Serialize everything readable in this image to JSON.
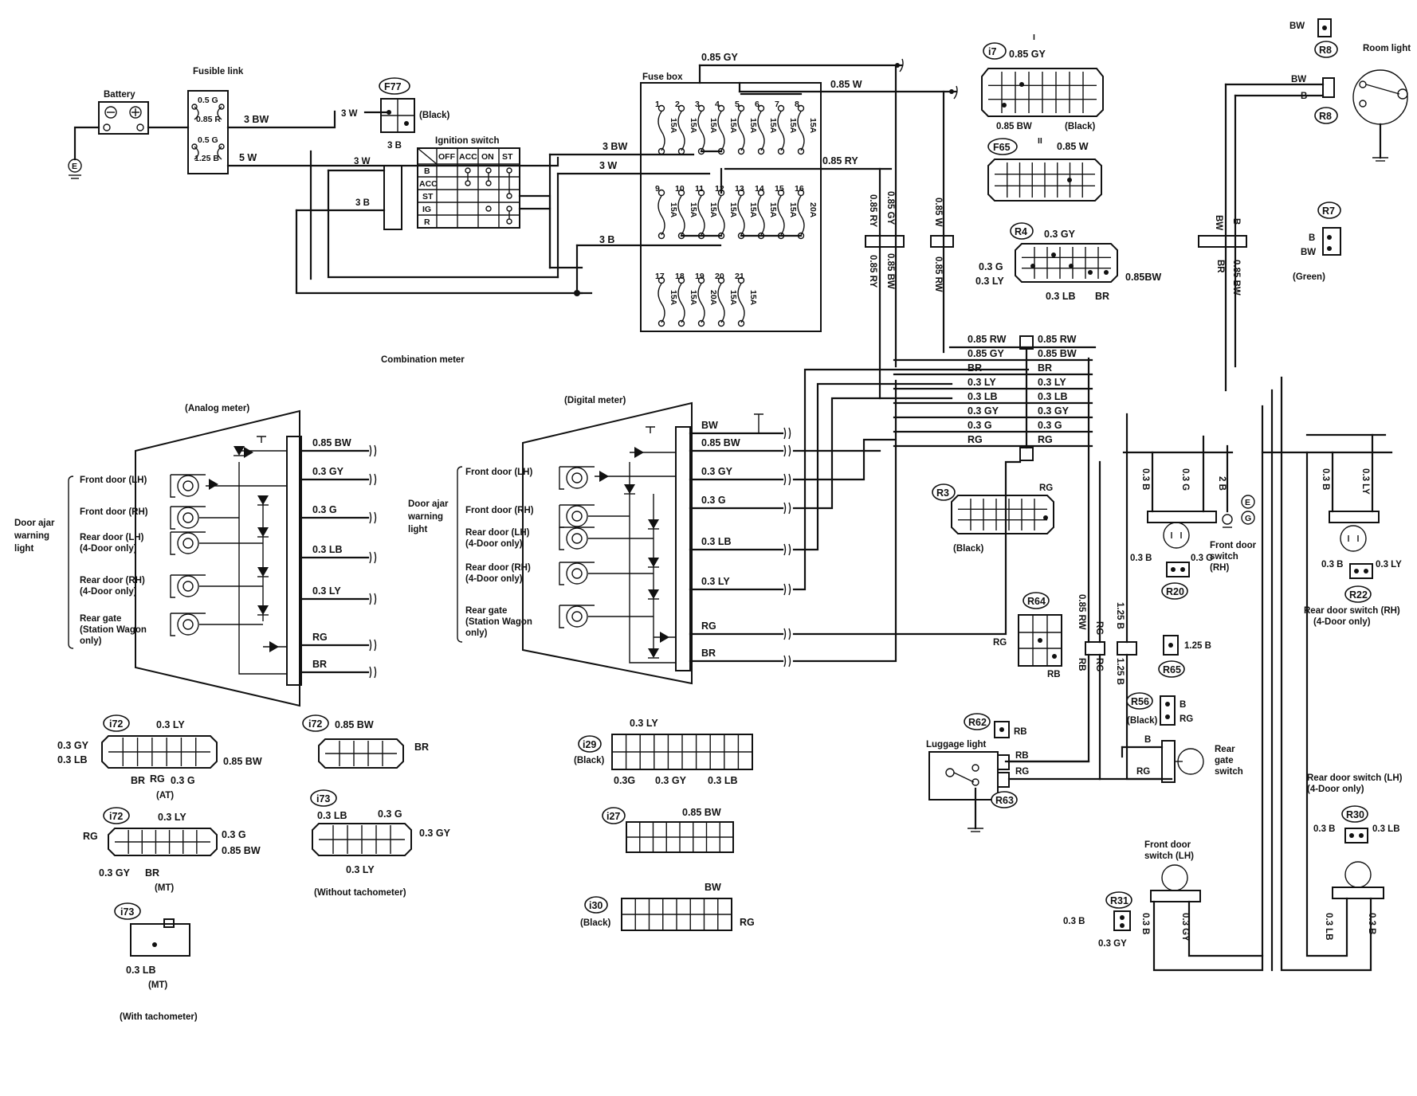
{
  "power": {
    "battery": "Battery",
    "fusible_link": "Fusible link",
    "fusible_link_values": [
      "0.5 G",
      "0.85 R",
      "0.5 G",
      "1.25 B"
    ],
    "ground_mark": "E",
    "wire_3bw": "3 BW",
    "wire_5w": "5 W",
    "wire_3w": "3 W",
    "wire_3b": "3 B",
    "f77": "F77",
    "f77_color": "(Black)",
    "ignition_switch": "Ignition switch",
    "ignition_cols": [
      "OFF",
      "ACC",
      "ON",
      "ST"
    ],
    "ignition_rows": [
      "B",
      "ACC",
      "ST",
      "IG",
      "R"
    ]
  },
  "fuse_box": {
    "title": "Fuse box",
    "row1_numbers": [
      "1",
      "2",
      "3",
      "4",
      "5",
      "6",
      "7",
      "8"
    ],
    "row1_amps": [
      "15A",
      "15A",
      "15A",
      "15A",
      "15A",
      "15A",
      "15A",
      "15A"
    ],
    "row2_numbers": [
      "9",
      "10",
      "11",
      "12",
      "13",
      "14",
      "15",
      "16"
    ],
    "row2_amps": [
      "15A",
      "15A",
      "15A",
      "15A",
      "15A",
      "15A",
      "15A",
      "20A"
    ],
    "row3_numbers": [
      "17",
      "18",
      "19",
      "20",
      "21"
    ],
    "row3_amps": [
      "15A",
      "15A",
      "20A",
      "15A",
      "15A"
    ],
    "wire_top_gy": "0.85 GY",
    "wire_top_w": "0.85 W",
    "wire_ry": "0.85 RY",
    "wire_3bw": "3 BW",
    "wire_3w": "3 W",
    "wire_3b": "3 B"
  },
  "vertical_wires": {
    "ry": "0.85 RY",
    "gy": "0.85 GY",
    "w": "0.85 W",
    "bw": "0.85 BW",
    "rw": "0.85 RW",
    "br": "BR"
  },
  "connectors_top": {
    "i7": "i7",
    "i7_top": "0.85 GY",
    "i7_bw": "0.85 BW",
    "i7_color": "(Black)",
    "i7_mark": "I",
    "f65": "F65",
    "f65_mark": "II",
    "f65_w": "0.85 W",
    "r4": "R4",
    "r4_top": "0.3 GY",
    "r4_left1": "0.3 G",
    "r4_left2": "0.3 LY",
    "r4_bottom1": "0.3 LB",
    "r4_bottom2": "BR",
    "r4_right": "0.85BW"
  },
  "room_light": {
    "title": "Room light",
    "r8": "R8",
    "bw": "BW",
    "b": "B",
    "r7": "R7",
    "r7_b": "B",
    "r7_bw": "BW",
    "r7_color": "(Green)"
  },
  "combination_meter": {
    "title": "Combination meter",
    "analog": "(Analog meter)",
    "digital": "(Digital meter)",
    "door_ajar_analog": [
      "Door ajar",
      "warning",
      "light"
    ],
    "door_ajar_digital": [
      "Door ajar",
      "warning",
      "light"
    ],
    "lamps": [
      [
        "Front door (LH)"
      ],
      [
        "Front door (RH)"
      ],
      [
        "Rear door (LH)",
        "(4-Door only)"
      ],
      [
        "Rear door (RH)",
        "(4-Door only)"
      ],
      [
        "Rear gate",
        "(Station Wagon",
        "only)"
      ]
    ],
    "analog_wires": [
      "0.85 BW",
      "0.3 GY",
      "0.3 G",
      "0.3 LB",
      "0.3 LY",
      "RG",
      "BR"
    ],
    "digital_wires": [
      "BW",
      "0.85 BW",
      "0.3 GY",
      "0.3 G",
      "0.3 LB",
      "0.3 LY",
      "RG",
      "BR"
    ]
  },
  "harness": {
    "left": [
      "0.85 RW",
      "0.85 GY",
      "BR",
      "0.3 LY",
      "0.3 LB",
      "0.3 GY",
      "0.3 G",
      "RG"
    ],
    "right": [
      "0.85 RW",
      "0.85 BW",
      "BR",
      "0.3 LY",
      "0.3 LB",
      "0.3 GY",
      "0.3 G",
      "RG"
    ]
  },
  "right_side": {
    "r3": "R3",
    "r3_rg": "RG",
    "r3_color": "(Black)",
    "r64": "R64",
    "r64_rg": "RG",
    "r64_rb": "RB",
    "rw": "0.85 RW",
    "rg": "RG",
    "rb": "RB",
    "b125": "1.25 B",
    "r65": "R65",
    "r65_b": "1.25 B",
    "r56": "R56",
    "r56_color": "(Black)",
    "r56_b": "B",
    "r56_rg": "RG",
    "r62": "R62",
    "r62_rb": "RB",
    "luggage": "Luggage light",
    "lug_rb": "RB",
    "lug_rg": "RG",
    "r63": "R63",
    "gate_b": "B",
    "gate_rg": "RG",
    "rear_gate_switch": [
      "Rear",
      "gate",
      "switch"
    ],
    "front_rh": [
      "Front door",
      "switch",
      "(RH)"
    ],
    "v_03b": "0.3 B",
    "v_03g": "0.3 G",
    "v_2b": "2 B",
    "v_03ly": "0.3 LY",
    "ground_e": "E",
    "ground_g": "G",
    "r20": "R20",
    "r20_b": "0.3 B",
    "r20_g": "0.3 G",
    "r22": "R22",
    "r22_b": "0.3 B",
    "r22_ly": "0.3 LY",
    "rear_rh": [
      "Rear door switch (RH)",
      "(4-Door only)"
    ],
    "rear_lh": [
      "Rear door switch (LH)",
      "(4-Door only)"
    ],
    "r30": "R30",
    "r30_b": "0.3 B",
    "r30_lb": "0.3 LB",
    "front_lh": [
      "Front door",
      "switch (LH)"
    ],
    "r31": "R31",
    "r31_b": "0.3 B",
    "r31_gy": "0.3 GY",
    "bot_03b_1": "0.3 B",
    "bot_03gy": "0.3 GY",
    "bot_03lb": "0.3 LB",
    "bot_03b_2": "0.3 B"
  },
  "connectors_bottom": {
    "i72a": "i72",
    "i72a_top": "0.3 LY",
    "i72a_l1": "0.3 GY",
    "i72a_l2": "0.3 LB",
    "i72a_b1": "BR",
    "i72a_b2": "RG",
    "i72a_b3": "0.3 G",
    "i72a_r": "0.85 BW",
    "i72a_note": "(AT)",
    "i72b": "i72",
    "i72b_top": "0.3 LY",
    "i72b_l": "RG",
    "i72b_r1": "0.3 G",
    "i72b_r2": "0.85 BW",
    "i72b_b1": "0.3 GY",
    "i72b_b2": "BR",
    "i72b_note": "(MT)",
    "i73a": "i73",
    "i73a_b": "0.3 LB",
    "i73a_note": "(MT)",
    "with_tach": "(With tachometer)",
    "i72c": "i72",
    "i72c_top": "0.85 BW",
    "i72c_r": "BR",
    "i73b": "i73",
    "i73b_t1": "0.3 LB",
    "i73b_t2": "0.3 G",
    "i73b_r": "0.3 GY",
    "i73b_b": "0.3 LY",
    "without_tach": "(Without tachometer)",
    "i29": "i29",
    "i29_color": "(Black)",
    "i29_top": "0.3 LY",
    "i29_b1": "0.3G",
    "i29_b2": "0.3 GY",
    "i29_b3": "0.3 LB",
    "i27": "i27",
    "i27_top": "0.85 BW",
    "i30": "i30",
    "i30_color": "(Black)",
    "i30_top": "BW",
    "i30_r": "RG"
  }
}
